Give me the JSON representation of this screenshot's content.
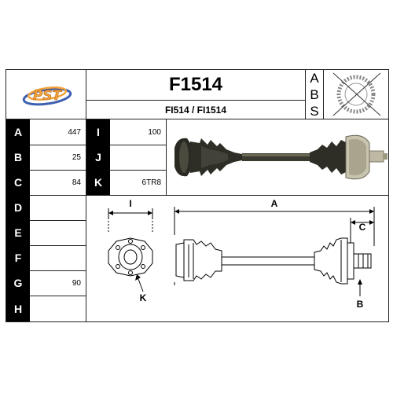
{
  "header": {
    "logo_text": "PST",
    "part_number": "F1514",
    "part_aliases": "FI514 / FI1514"
  },
  "abs_column": [
    "A",
    "B",
    "S"
  ],
  "specs_left": [
    {
      "letter": "A",
      "value": "447"
    },
    {
      "letter": "B",
      "value": "25"
    },
    {
      "letter": "C",
      "value": "84"
    },
    {
      "letter": "D",
      "value": ""
    },
    {
      "letter": "E",
      "value": ""
    },
    {
      "letter": "F",
      "value": ""
    },
    {
      "letter": "G",
      "value": "90"
    },
    {
      "letter": "H",
      "value": ""
    }
  ],
  "specs_right": [
    {
      "letter": "I",
      "value": "100"
    },
    {
      "letter": "J",
      "value": ""
    },
    {
      "letter": "K",
      "value": "6TR8"
    }
  ],
  "diagram_labels": {
    "i": "I",
    "k": "K",
    "a": "A",
    "c": "C",
    "b": "B"
  },
  "colors": {
    "logo_orange": "#f2a23a",
    "logo_blue": "#3f5fb0",
    "shaft_dark": "#2a2a22",
    "shaft_light": "#c8c4ae"
  }
}
